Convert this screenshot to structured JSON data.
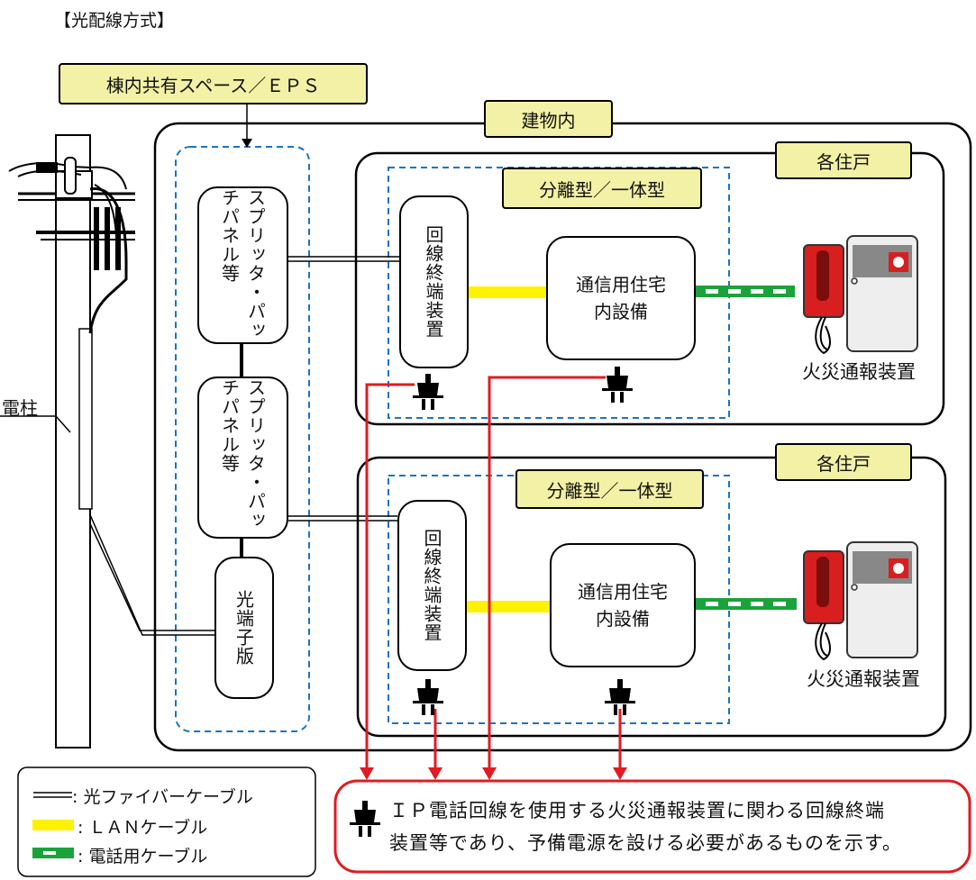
{
  "title": "【光配線方式】",
  "eps_label": "棟内共有スペース／ＥＰＳ",
  "building_label": "建物内",
  "pole_label": "電柱",
  "units": [
    {
      "unit_label": "各住戸",
      "type_label": "分離型／一体型",
      "onu_label": "回線終端装置",
      "home_device_label": [
        "通信用住宅",
        "内設備"
      ],
      "fire_device_label": "火災通報装置"
    },
    {
      "unit_label": "各住戸",
      "type_label": "分離型／一体型",
      "onu_label": "回線終端装置",
      "home_device_label": [
        "通信用住宅",
        "内設備"
      ],
      "fire_device_label": "火災通報装置"
    }
  ],
  "splitter_label": "スプリッタ・パッチパネル等",
  "terminal_label": "光端子版",
  "legend": {
    "fiber": ": 光ファイバーケーブル",
    "lan": ": ＬＡＮケーブル",
    "phone": ": 電話用ケーブル"
  },
  "note": {
    "line1": "ＩＰ電話回線を使用する火災通報装置に関わる回線終端",
    "line2": "装置等であり、予備電源を設ける必要があるものを示す。"
  },
  "colors": {
    "tag_fill": "#f3f1a5",
    "dashed_border": "#1a74c2",
    "power_line": "#e11b22",
    "lan_cable": "#fff200",
    "phone_cable": "#1aa33a",
    "phone_red": "#d81e1e"
  },
  "icons": [
    "power-plug-icon",
    "fire-alarm-phone-icon",
    "utility-pole-icon"
  ]
}
